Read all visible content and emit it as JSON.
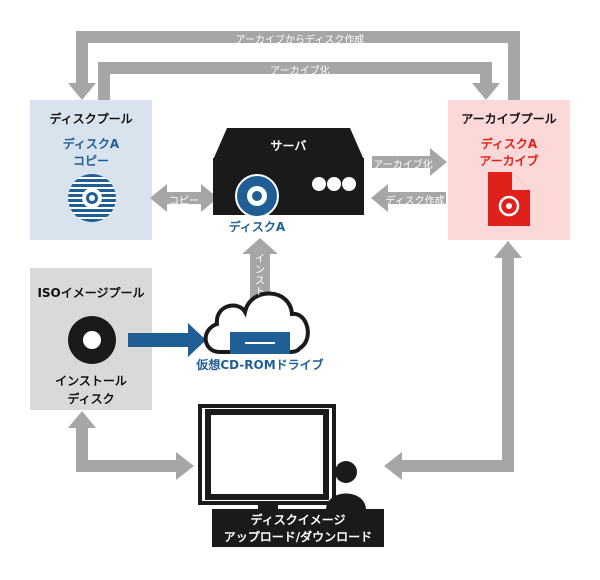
{
  "arrows": {
    "archive_to_disk": "アーカイブからディスク作成",
    "archive": "アーカイブ化",
    "copy": "コピー",
    "server_archive": "アーカイブ化",
    "server_create_disk": "ディスク作成",
    "install_vertical": "インストール"
  },
  "disk_pool": {
    "title": "ディスクプール",
    "disk_name": "ディスクA",
    "disk_sub": "コピー"
  },
  "archive_pool": {
    "title": "アーカイブプール",
    "disk_name": "ディスクA",
    "disk_sub": "アーカイブ"
  },
  "server": {
    "title": "サーバ",
    "disk_label": "ディスクA"
  },
  "iso_pool": {
    "title": "ISOイメージプール",
    "label_line1": "インストール",
    "label_line2": "ディスク"
  },
  "virtual_drive": {
    "label": "仮想CD-ROMドライブ"
  },
  "client": {
    "line1": "ディスクイメージ",
    "line2": "アップロード/ダウンロード"
  },
  "colors": {
    "arrow_gray": "#a6a6a6",
    "disk_pool_bg": "#d9e3ee",
    "archive_pool_bg": "#fcd8d8",
    "iso_pool_bg": "#d9d9d9",
    "blue": "#1f5f95",
    "red": "#e0201b",
    "dark": "#1a1a1a"
  }
}
